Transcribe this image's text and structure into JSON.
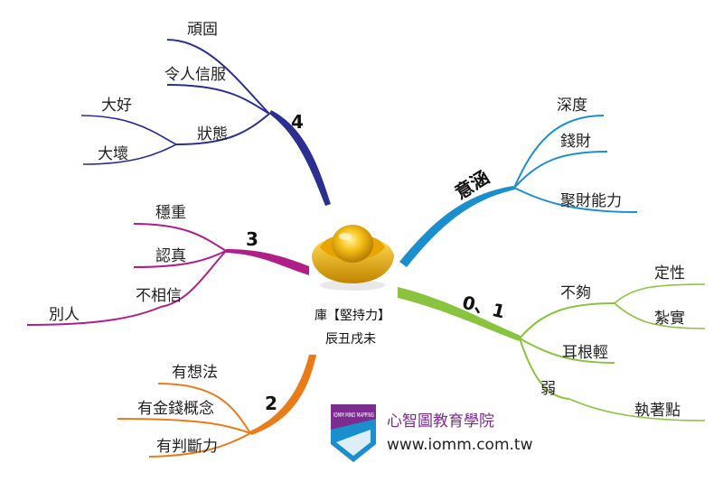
{
  "center": {
    "line1": "庫【堅持力】",
    "line2": "辰丑戌未"
  },
  "branches": {
    "b4": {
      "label": "4",
      "color": "#2b2f8f",
      "children": {
        "wangu": "頑固",
        "lingren": "令人信服",
        "zhuangtai": "狀態",
        "dahao": "大好",
        "dahuai": "大壞"
      }
    },
    "b3": {
      "label": "3",
      "color": "#b01e8a",
      "children": {
        "wenzhong": "穩重",
        "renzhen": "認真",
        "buxiangxin": "不相信",
        "bieren": "別人"
      }
    },
    "b2": {
      "label": "2",
      "color": "#ea7b19",
      "children": {
        "youxiangfa": "有想法",
        "jinqian": "有金錢概念",
        "panduan": "有判斷力"
      }
    },
    "yihan": {
      "label": "意涵",
      "color": "#1b8fce",
      "children": {
        "shendu": "深度",
        "qiancai": "錢財",
        "jucai": "聚財能力"
      }
    },
    "b01": {
      "label": "0、1",
      "color": "#8ac43f",
      "children": {
        "bugou": "不夠",
        "dingxing": "定性",
        "zhashi": "紮實",
        "ergenqing": "耳根輕",
        "ruo": "弱",
        "zhizhe": "執著點"
      }
    }
  },
  "brand": {
    "logo_text": "IOMM MIND MAPPING",
    "name": "心智圖教育學院",
    "url": "www.iomm.com.tw"
  }
}
